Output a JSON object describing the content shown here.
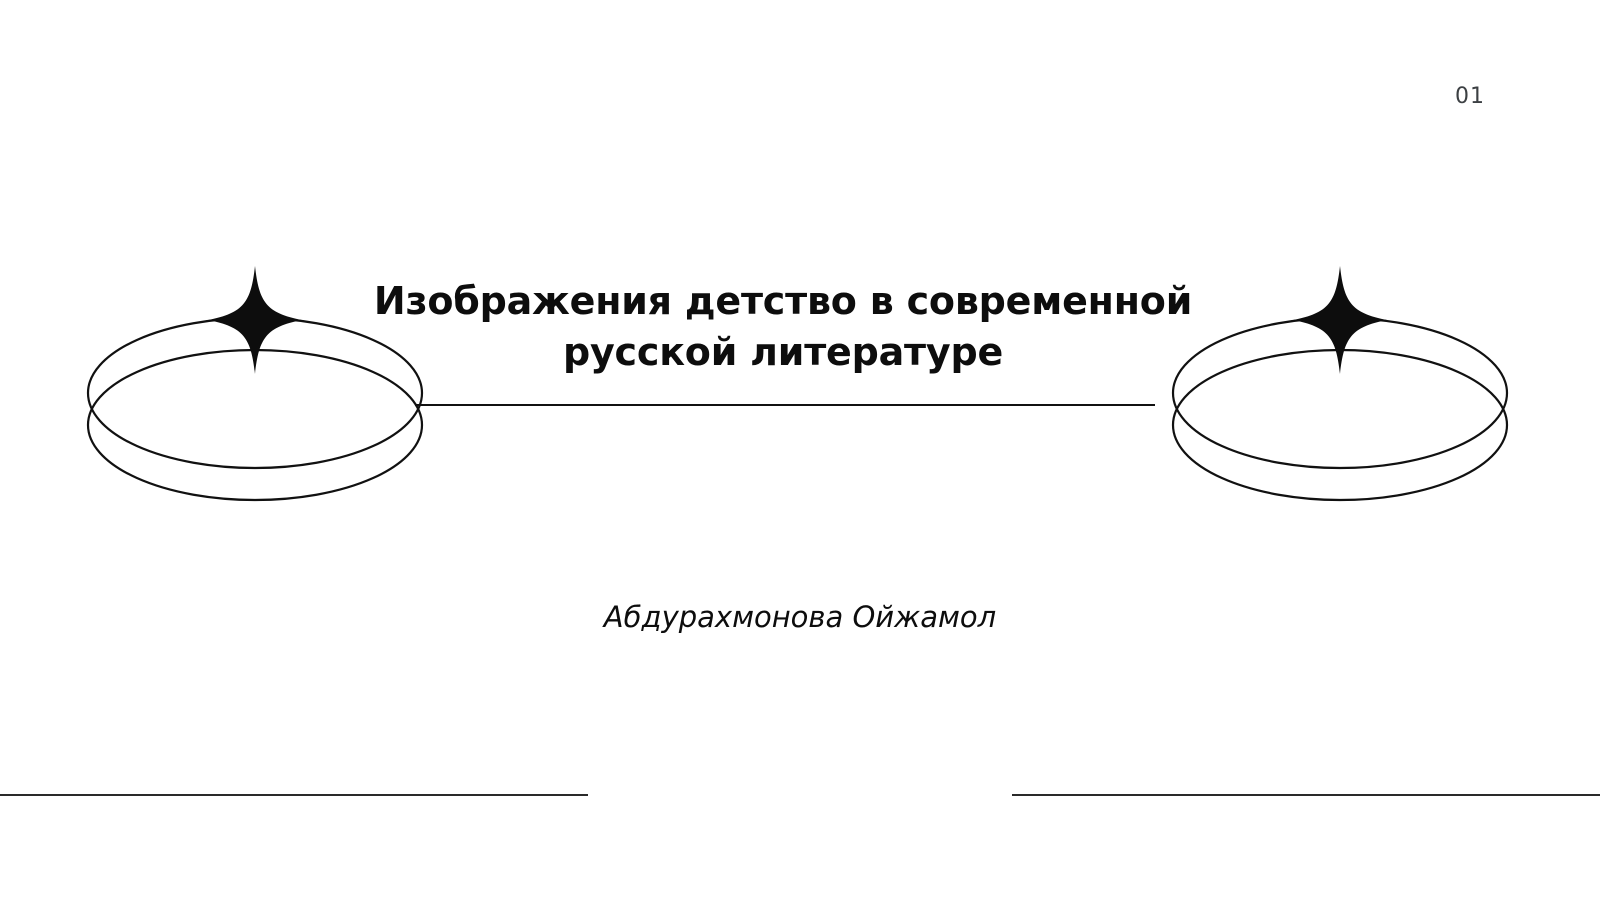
{
  "slide": {
    "page_number": "01",
    "background_color": "#ffffff",
    "title": "Изображения детство в современной русской литературе",
    "author": "Абдурахмонова Ойжамол",
    "title_color": "#0d0d0d",
    "page_number_color": "#3c4043",
    "rule_color": "#2a2a2a",
    "line_color": "#111111"
  },
  "decorations": {
    "left_ring": {
      "name": "ring-ellipse-left",
      "sparkle": "four-pointed-sparkle"
    },
    "right_ring": {
      "name": "ring-ellipse-right",
      "sparkle": "four-pointed-sparkle"
    },
    "connector": "horizontal-line"
  }
}
